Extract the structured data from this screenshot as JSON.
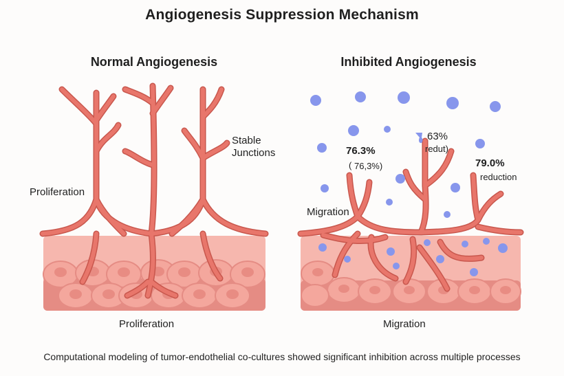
{
  "title": "Angiogenesis Suppression Mechanism",
  "left_panel": {
    "title": "Normal Angiogenesis",
    "labels": {
      "proliferation_side": "Proliferation",
      "stable_line1": "Stable",
      "stable_line2": "Junctions",
      "bottom": "Proliferation"
    }
  },
  "right_panel": {
    "title": "Inhibited Angiogenesis",
    "labels": {
      "migration_side": "Migration",
      "bottom": "Migration",
      "pct1_value": "76.3%",
      "pct1_note": "76,3%)",
      "pct2_value": "63%",
      "pct2_note": "redut)",
      "pct3_value": "79.0%",
      "pct3_note": "reduction"
    }
  },
  "caption": "Computational modeling of tumor-endothelial co-cultures showed significant inhibition across multiple processes",
  "colors": {
    "vessel": "#e8766b",
    "vessel_outline": "#c8574d",
    "tissue": "#f6b7ae",
    "tissue_dark": "#e58c84",
    "cell": "#f4a79d",
    "cell_nucleus": "#e88c83",
    "inhibitor": "#8796ec"
  }
}
